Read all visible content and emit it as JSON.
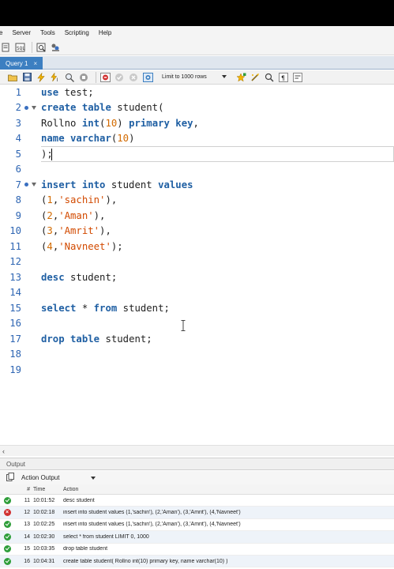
{
  "menu": {
    "items": [
      "e",
      "Server",
      "Tools",
      "Scripting",
      "Help"
    ]
  },
  "tabs": [
    {
      "label": "Query 1",
      "close": "×"
    }
  ],
  "query_toolbar": {
    "limit_label": "Limit to 1000 rows"
  },
  "editor": {
    "lines": [
      {
        "n": "1",
        "tokens": [
          {
            "t": "use",
            "c": "kw"
          },
          {
            "t": " test;",
            "c": ""
          }
        ]
      },
      {
        "n": "2",
        "tokens": [
          {
            "t": "create",
            "c": "kw"
          },
          {
            "t": " ",
            "c": ""
          },
          {
            "t": "table",
            "c": "kw"
          },
          {
            "t": " student(",
            "c": ""
          }
        ]
      },
      {
        "n": "3",
        "tokens": [
          {
            "t": "Rollno ",
            "c": ""
          },
          {
            "t": "int",
            "c": "kw"
          },
          {
            "t": "(",
            "c": ""
          },
          {
            "t": "10",
            "c": "num"
          },
          {
            "t": ") ",
            "c": ""
          },
          {
            "t": "primary key",
            "c": "kw"
          },
          {
            "t": ",",
            "c": ""
          }
        ]
      },
      {
        "n": "4",
        "tokens": [
          {
            "t": "name",
            "c": "kw"
          },
          {
            "t": " ",
            "c": ""
          },
          {
            "t": "varchar",
            "c": "kw"
          },
          {
            "t": "(",
            "c": ""
          },
          {
            "t": "10",
            "c": "num"
          },
          {
            "t": ")",
            "c": ""
          }
        ]
      },
      {
        "n": "5",
        "tokens": [
          {
            "t": ");",
            "c": ""
          }
        ]
      },
      {
        "n": "6",
        "tokens": []
      },
      {
        "n": "7",
        "tokens": [
          {
            "t": "insert into",
            "c": "kw"
          },
          {
            "t": " student ",
            "c": ""
          },
          {
            "t": "values",
            "c": "kw"
          }
        ]
      },
      {
        "n": "8",
        "tokens": [
          {
            "t": "(",
            "c": ""
          },
          {
            "t": "1",
            "c": "num"
          },
          {
            "t": ",",
            "c": ""
          },
          {
            "t": "'sachin'",
            "c": "str"
          },
          {
            "t": "),",
            "c": ""
          }
        ]
      },
      {
        "n": "9",
        "tokens": [
          {
            "t": "(",
            "c": ""
          },
          {
            "t": "2",
            "c": "num"
          },
          {
            "t": ",",
            "c": ""
          },
          {
            "t": "'Aman'",
            "c": "str"
          },
          {
            "t": "),",
            "c": ""
          }
        ]
      },
      {
        "n": "10",
        "tokens": [
          {
            "t": "(",
            "c": ""
          },
          {
            "t": "3",
            "c": "num"
          },
          {
            "t": ",",
            "c": ""
          },
          {
            "t": "'Amrit'",
            "c": "str"
          },
          {
            "t": "),",
            "c": ""
          }
        ]
      },
      {
        "n": "11",
        "tokens": [
          {
            "t": "(",
            "c": ""
          },
          {
            "t": "4",
            "c": "num"
          },
          {
            "t": ",",
            "c": ""
          },
          {
            "t": "'Navneet'",
            "c": "str"
          },
          {
            "t": ");",
            "c": ""
          }
        ]
      },
      {
        "n": "12",
        "tokens": []
      },
      {
        "n": "13",
        "tokens": [
          {
            "t": "desc",
            "c": "kw"
          },
          {
            "t": " student;",
            "c": ""
          }
        ]
      },
      {
        "n": "14",
        "tokens": []
      },
      {
        "n": "15",
        "tokens": [
          {
            "t": "select",
            "c": "kw"
          },
          {
            "t": " * ",
            "c": ""
          },
          {
            "t": "from",
            "c": "kw"
          },
          {
            "t": " student;",
            "c": ""
          }
        ]
      },
      {
        "n": "16",
        "tokens": []
      },
      {
        "n": "17",
        "tokens": [
          {
            "t": "drop table",
            "c": "kw"
          },
          {
            "t": " student;",
            "c": ""
          }
        ]
      },
      {
        "n": "18",
        "tokens": []
      },
      {
        "n": "19",
        "tokens": []
      }
    ]
  },
  "output": {
    "title": "Output",
    "selector": "Action Output",
    "columns": [
      "#",
      "Time",
      "Action"
    ],
    "rows": [
      {
        "status": "ok",
        "num": "11",
        "time": "10:01:52",
        "action": "desc student"
      },
      {
        "status": "error",
        "num": "12",
        "time": "10:02:18",
        "action": "insert into student values (1,'sachin'), (2,'Aman'), (3,'Amrit'), (4,'Navneet')"
      },
      {
        "status": "ok",
        "num": "13",
        "time": "10:02:25",
        "action": "insert into student values (1,'sachin'), (2,'Aman'), (3,'Amrit'), (4,'Navneet')"
      },
      {
        "status": "ok",
        "num": "14",
        "time": "10:02:30",
        "action": "select * from student LIMIT 0, 1000"
      },
      {
        "status": "ok",
        "num": "15",
        "time": "10:03:35",
        "action": "drop table student"
      },
      {
        "status": "ok",
        "num": "16",
        "time": "10:04:31",
        "action": "create table student( Rollno int(10) primary key, name varchar(10) )"
      }
    ]
  }
}
